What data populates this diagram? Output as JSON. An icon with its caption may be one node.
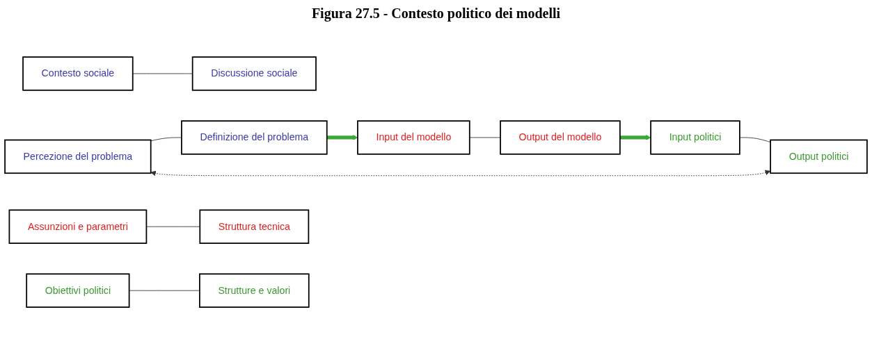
{
  "diagram": {
    "title": "Figura 27.5 - Contesto politico dei modelli",
    "nodes": [
      {
        "text": [
          "Contesto sociale"
        ]
      },
      {
        "text": [
          "Percezione del problema"
        ]
      },
      {
        "text": [
          "Definizione del problema"
        ]
      },
      {
        "text": [
          "Discussione sociale"
        ]
      },
      {
        "text": [
          "Assunzioni e parametri"
        ]
      },
      {
        "text": [
          "Input del modello"
        ]
      },
      {
        "text": [
          "Output del modello"
        ]
      },
      {
        "text": [
          "Struttura tecnica"
        ]
      },
      {
        "text": [
          "Obiettivi politici"
        ]
      },
      {
        "text": [
          "Input politici"
        ]
      },
      {
        "text": [
          "Output politici"
        ]
      },
      {
        "text": [
          "Strutture e valori"
        ]
      }
    ],
    "edges": [
      {
        "from": 1,
        "to": 2,
        "arrow": "none"
      },
      {
        "from": 0,
        "to": 3,
        "arrow": "none"
      },
      {
        "from": 2,
        "to": 5,
        "arrow": "to",
        "style": "thick",
        "color": "#3aaa35"
      },
      {
        "from": 5,
        "to": 6,
        "arrow": "none"
      },
      {
        "from": 4,
        "to": 7,
        "arrow": "none"
      },
      {
        "from": 6,
        "to": 9,
        "arrow": "to",
        "style": "thick",
        "color": "#3aaa35"
      },
      {
        "from": 9,
        "to": 10,
        "arrow": "none"
      },
      {
        "from": 8,
        "to": 11,
        "arrow": "none"
      },
      {
        "from": 10,
        "to": 1,
        "arrow": "both",
        "style": "dashed"
      }
    ]
  }
}
